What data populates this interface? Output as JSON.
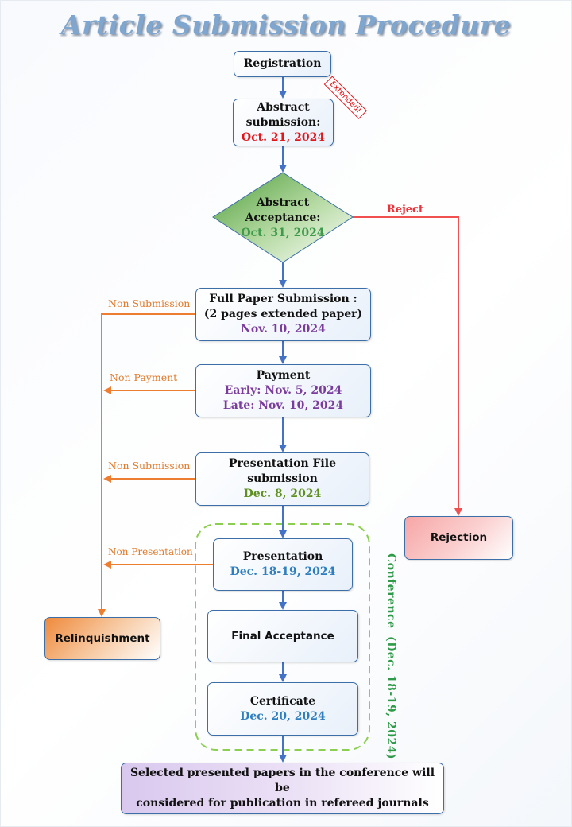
{
  "title": "Article Submission Procedure",
  "nodes": {
    "registration": {
      "label": "Registration"
    },
    "abstract_submission": {
      "line1": "Abstract",
      "line2": "submission:",
      "date": "Oct. 21, 2024",
      "badge": "Extended!"
    },
    "abstract_acceptance": {
      "line1": "Abstract",
      "line2": "Acceptance:",
      "date": "Oct. 31, 2024"
    },
    "full_paper": {
      "line1": "Full Paper Submission :",
      "line2": "(2 pages extended paper)",
      "date": "Nov. 10, 2024"
    },
    "payment": {
      "label": "Payment",
      "early": "Early: Nov. 5, 2024",
      "late": "Late: Nov. 10, 2024"
    },
    "presentation_file": {
      "line1": "Presentation File",
      "line2": "submission",
      "date": "Dec. 8, 2024"
    },
    "presentation": {
      "label": "Presentation",
      "date": "Dec. 18-19, 2024"
    },
    "final_acceptance": {
      "label": "Final Acceptance"
    },
    "certificate": {
      "label": "Certificate",
      "date": "Dec. 20, 2024"
    },
    "publication": {
      "line1": "Selected presented papers in the conference will be",
      "line2": "considered for publication in refereed journals"
    },
    "rejection": {
      "label": "Rejection"
    },
    "relinquishment": {
      "label": "Relinquishment"
    }
  },
  "edge_labels": {
    "reject": "Reject",
    "non_submission_1": "Non Submission",
    "non_payment": "Non Payment",
    "non_submission_2": "Non Submission",
    "non_presentation": "Non Presentation"
  },
  "conference": {
    "label": "Conference",
    "dates": "(Dec. 18-19, 2024)"
  },
  "colors": {
    "flow_arrow": "#4472c4",
    "reject_arrow": "#f05050",
    "relinquish_arrow": "#ed7d31",
    "conference_border": "#8ccf50"
  }
}
